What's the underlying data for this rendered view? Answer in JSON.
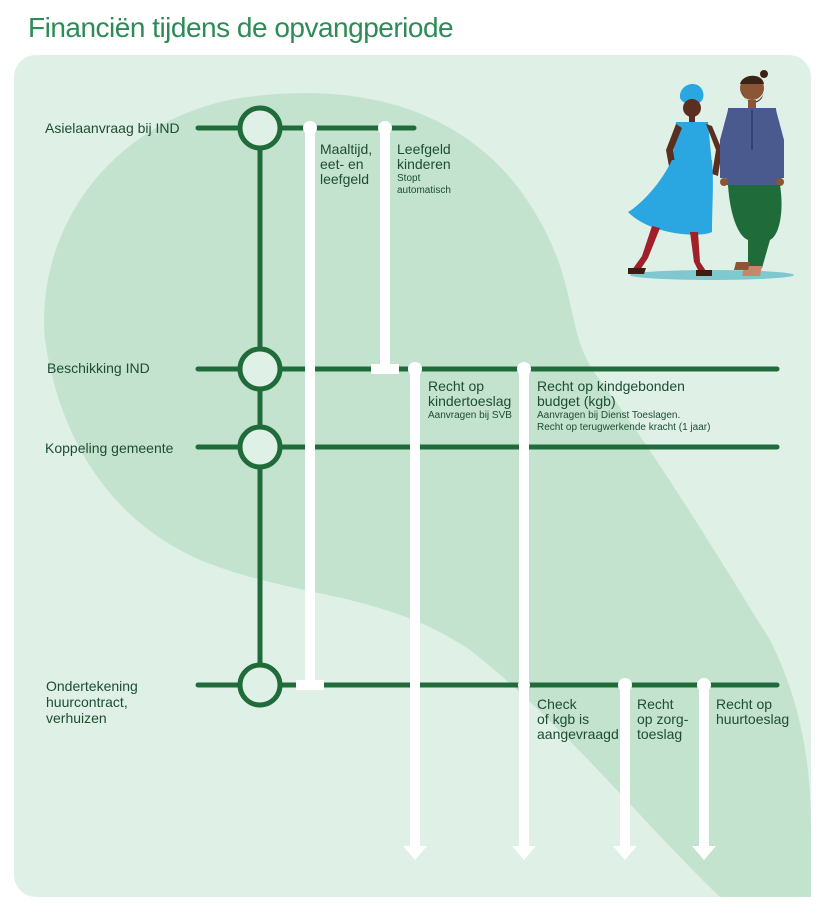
{
  "title": "Financiën tijdens de opvangperiode",
  "colors": {
    "background_panel": "#dff0e6",
    "blob": "#c3e3cf",
    "accent_dark_green": "#1f6b3a",
    "title_green": "#2e8b57",
    "arrow_white": "#ffffff"
  },
  "milestones": [
    {
      "label": "Asielaanvraag bij IND"
    },
    {
      "label": "Beschikking IND"
    },
    {
      "label": "Koppeling gemeente"
    },
    {
      "label_lines": [
        "Ondertekening",
        "huurcontract,",
        "verhuizen"
      ]
    }
  ],
  "annotations": {
    "maaltijd": {
      "lines": [
        "Maaltijd,",
        "eet- en",
        "leefgeld"
      ]
    },
    "leefgeld": {
      "lines": [
        "Leefgeld",
        "kinderen"
      ],
      "sub": [
        "Stopt",
        "automatisch"
      ]
    },
    "kindertoeslag": {
      "lines": [
        "Recht op",
        "kindertoeslag"
      ],
      "sub": [
        "Aanvragen bij  SVB"
      ]
    },
    "kgb": {
      "lines": [
        "Recht op kindgebonden",
        "budget (kgb)"
      ],
      "sub": [
        "Aanvragen bij Dienst Toeslagen.",
        "Recht op terugwerkende kracht (1 jaar)"
      ]
    },
    "check_kgb": {
      "lines": [
        "Check",
        "of kgb is",
        "aangevraagd"
      ]
    },
    "zorgtoeslag": {
      "lines": [
        "Recht",
        "op zorg-",
        "toeslag"
      ]
    },
    "huurtoeslag": {
      "lines": [
        "Recht op",
        "huurtoeslag"
      ]
    }
  },
  "illustration": {
    "description_icon": "couple-walking-illustration"
  }
}
